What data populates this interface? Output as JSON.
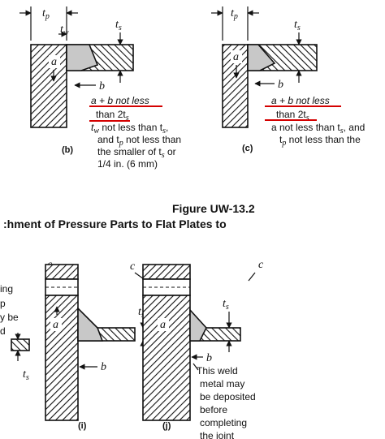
{
  "figure_title": "Figure UW-13.2",
  "figure_subtitle": ":hment of Pressure Parts to Flat Plates to",
  "detail_b": {
    "caption": "(b)",
    "tp": "t",
    "tp_sub": "p",
    "tw": "t",
    "tw_sub": "w",
    "ts": "t",
    "ts_sub": "s",
    "a": "a",
    "b": "b",
    "note_line1": "a + b not less",
    "note_line2": "than 2t",
    "note_line2_sub": "s",
    "note_line3": "t",
    "note_line3_sub": "w",
    "note_line3_rest": " not less than t",
    "note_line3_rest_sub": "s",
    "note_line3_end": ",",
    "note_line4_pre": "and t",
    "note_line4_sub": "p",
    "note_line4_rest": " not less than",
    "note_line5": "the smaller of t",
    "note_line5_sub": "s",
    "note_line5_end": " or",
    "note_line6": "1/4 in. (6 mm)"
  },
  "detail_c": {
    "caption": "(c)",
    "tp": "t",
    "tp_sub": "p",
    "ts": "t",
    "ts_sub": "s",
    "a": "a",
    "b": "b",
    "note_line1": "a + b not less",
    "note_line2": "than 2t",
    "note_line2_sub": "s",
    "note_line3": "a not less than t",
    "note_line3_sub": "s",
    "note_line3_end": ", and",
    "note_line4_pre": "t",
    "note_line4_sub": "p",
    "note_line4_rest": " not less than the"
  },
  "detail_i": {
    "caption": "(i)",
    "c": "c",
    "a": "a",
    "b": "b",
    "ts": "t",
    "ts_sub": "s",
    "ts2": "t",
    "ts2_sub": "s",
    "left_frag1": "ing",
    "left_frag2": "p",
    "left_frag3": "y be",
    "left_frag4": "d"
  },
  "detail_j": {
    "caption": "(j)",
    "c": "c",
    "c2": "c",
    "a": "a",
    "b": "b",
    "ts": "t",
    "ts_sub": "s",
    "note_line1": "This weld",
    "note_line2": "metal may",
    "note_line3": "be deposited",
    "note_line4": "before",
    "note_line5": "completing",
    "note_line6": "the joint"
  },
  "colors": {
    "ink": "#111111",
    "underline": "#d40000",
    "weld_fill": "#c8c8c8",
    "background": "#ffffff"
  }
}
